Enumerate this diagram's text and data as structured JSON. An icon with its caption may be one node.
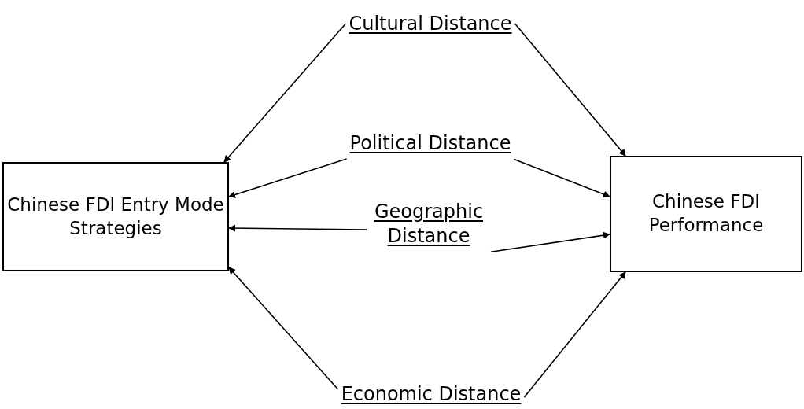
{
  "diagram": {
    "nodes": [
      {
        "text": [
          "Chinese FDI Entry Mode Strategies"
        ]
      },
      {
        "text": [
          "Chinese FDI Performance"
        ]
      },
      {
        "text": [
          "Cultural Distance"
        ]
      },
      {
        "text": [
          "Political Distance"
        ]
      },
      {
        "text": [
          "Geographic Distance"
        ]
      },
      {
        "text": [
          "Economic Distance"
        ]
      }
    ],
    "edges": [
      {
        "from": 2,
        "to": 0,
        "arrow": "to"
      },
      {
        "from": 2,
        "to": 1,
        "arrow": "to"
      },
      {
        "from": 3,
        "to": 0,
        "arrow": "to"
      },
      {
        "from": 3,
        "to": 1,
        "arrow": "to"
      },
      {
        "from": 4,
        "to": 0,
        "arrow": "to"
      },
      {
        "from": 4,
        "to": 1,
        "arrow": "to"
      },
      {
        "from": 5,
        "to": 0,
        "arrow": "to"
      },
      {
        "from": 5,
        "to": 1,
        "arrow": "to"
      }
    ]
  }
}
